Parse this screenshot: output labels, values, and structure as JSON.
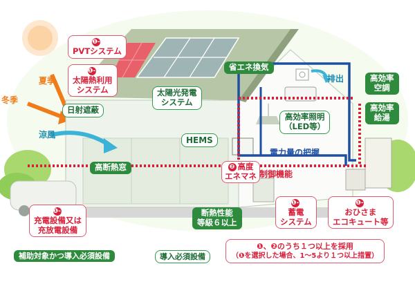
{
  "labels": {
    "pvt": {
      "num": "❶-2",
      "text": "PVTシステム"
    },
    "solar_thermal": {
      "num": "❶-3",
      "line1": "太陽熱利用",
      "line2": "システム"
    },
    "summer": "夏季",
    "winter": "冬季",
    "sun_shading": "日射遮蔽",
    "cool_breeze": "涼風",
    "pv_power": {
      "line1": "太陽光発電",
      "line2": "システム"
    },
    "energy_saving_ventilation": "省エネ換気",
    "exhaust": "排出",
    "high_eff_ac": {
      "line1": "高効率",
      "line2": "空調"
    },
    "high_eff_water": {
      "line1": "高効率",
      "line2": "給湯"
    },
    "high_eff_lighting": {
      "line1": "高効率照明",
      "line2": "（LED等）"
    },
    "hems": "HEMS",
    "power_monitoring": "電力量の把握",
    "control_function": "制御機能",
    "advanced_ene_mane": {
      "num": "❷",
      "line1": "高度",
      "line2": "エネマネ"
    },
    "high_insulation_window": "高断熱窓",
    "insulation_grade": {
      "line1": "断熱性能",
      "line2": "等級６以上"
    },
    "charging": {
      "num": "❶-5",
      "line1": "充電設備又は",
      "line2": "充放電設備"
    },
    "storage_battery": {
      "num": "❶-1",
      "line1": "蓄電",
      "line2": "システム"
    },
    "ohisama": {
      "num": "❶-4",
      "line1": "おひさま",
      "line2": "エコキュート等"
    }
  },
  "legend": {
    "subsidy_required": "補助対象かつ導入必須設備",
    "required": "導入必須設備",
    "note_line1": "❶、❷のうち１つ以上を採用",
    "note_line2": "（❶を選択した場合、1〜5より１つ以上措置）"
  },
  "colors": {
    "red": "#d8203a",
    "green": "#2e8b3e",
    "blue": "#1f4fa3",
    "orange": "#f07b1a",
    "cyan": "#3bb3d8"
  }
}
